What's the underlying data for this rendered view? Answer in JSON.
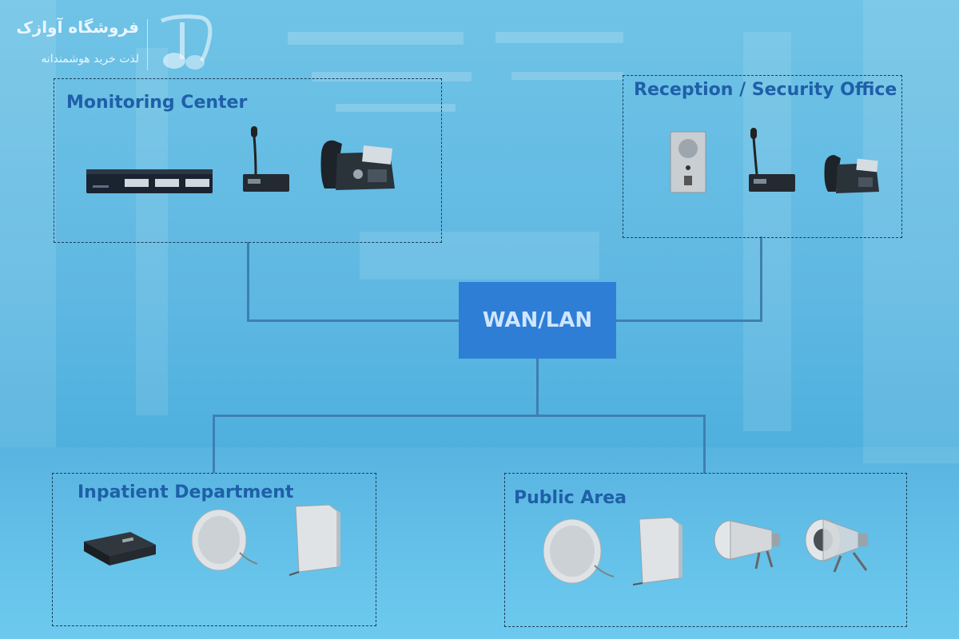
{
  "logo": {
    "name": "فروشگاه آوازک",
    "tagline": "لذت خرید هوشمندانه",
    "icon": "music-note-icon"
  },
  "hub": {
    "label": "WAN/LAN"
  },
  "groups": {
    "monitoring": {
      "title": "Monitoring Center",
      "devices": [
        "network-switch",
        "paging-microphone",
        "ip-phone"
      ]
    },
    "reception": {
      "title": "Reception / Security Office",
      "devices": [
        "intercom-panel",
        "paging-microphone",
        "ip-phone"
      ]
    },
    "inpatient": {
      "title": "Inpatient Department",
      "devices": [
        "audio-amplifier",
        "ceiling-speaker",
        "wall-speaker"
      ]
    },
    "public": {
      "title": "Public Area",
      "devices": [
        "ceiling-speaker",
        "wall-speaker",
        "horn-speaker",
        "horn-speaker"
      ]
    }
  },
  "colors": {
    "accent": "#2f7ed6",
    "title": "#1f5fa8",
    "line": "#3e7fb0",
    "background": "#5fb8e2"
  }
}
